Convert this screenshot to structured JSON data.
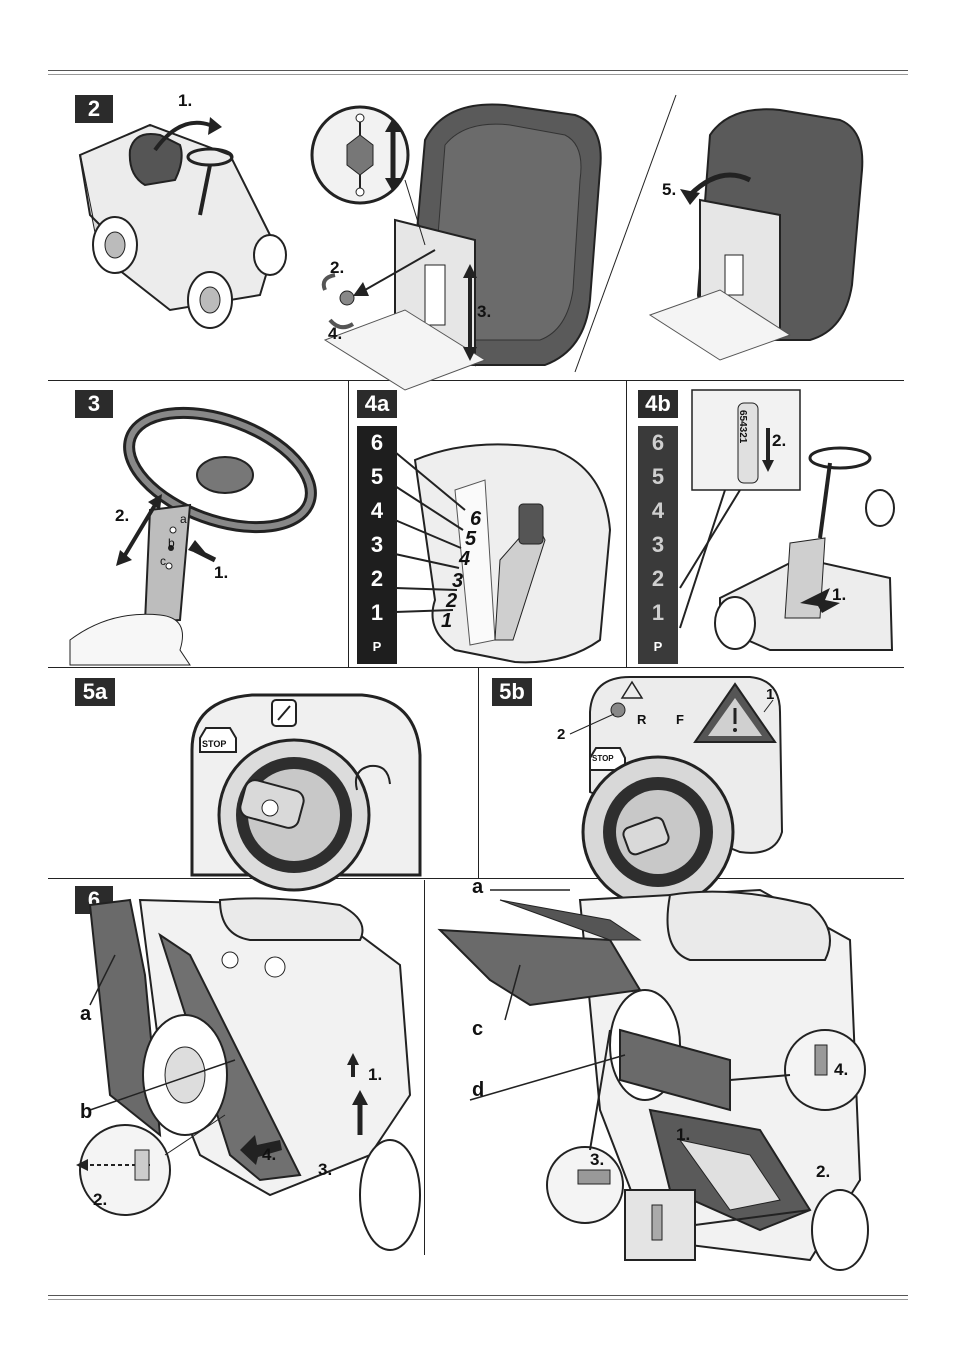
{
  "panels": {
    "p2": {
      "tag": "2",
      "steps": {
        "s1": "1.",
        "s2": "2.",
        "s3": "3.",
        "s4": "4.",
        "s5": "5."
      }
    },
    "p3": {
      "tag": "3",
      "steps": {
        "s1": "1.",
        "s2": "2."
      },
      "positions": [
        "a",
        "b",
        "c"
      ]
    },
    "p4a": {
      "tag": "4a",
      "gears": [
        "6",
        "5",
        "4",
        "3",
        "2",
        "1"
      ],
      "park": "P"
    },
    "p4b": {
      "tag": "4b",
      "gears": [
        "6",
        "5",
        "4",
        "3",
        "2",
        "1"
      ],
      "park": "P",
      "steps": {
        "s1": "1.",
        "s2": "2."
      },
      "dial": "654321"
    },
    "p5a": {
      "tag": "5a",
      "stop": "STOP"
    },
    "p5b": {
      "tag": "5b",
      "stop": "STOP",
      "callouts": {
        "c1": "1",
        "c2": "2"
      },
      "dir_r": "R",
      "dir_f": "F"
    },
    "p6": {
      "tag": "6",
      "letters": {
        "a_left": "a",
        "b_left": "b",
        "a_right": "a",
        "c_right": "c",
        "d_right": "d"
      },
      "steps_left": {
        "s1": "1.",
        "s2": "2.",
        "s3": "3.",
        "s4": "4."
      },
      "steps_right": {
        "s1": "1.",
        "s2": "2.",
        "s3": "3.",
        "s4": "4."
      }
    }
  },
  "colors": {
    "ink": "#111111",
    "tag_bg": "#2b2b2b",
    "seat": "#555555",
    "chute": "#6a6a6a"
  }
}
